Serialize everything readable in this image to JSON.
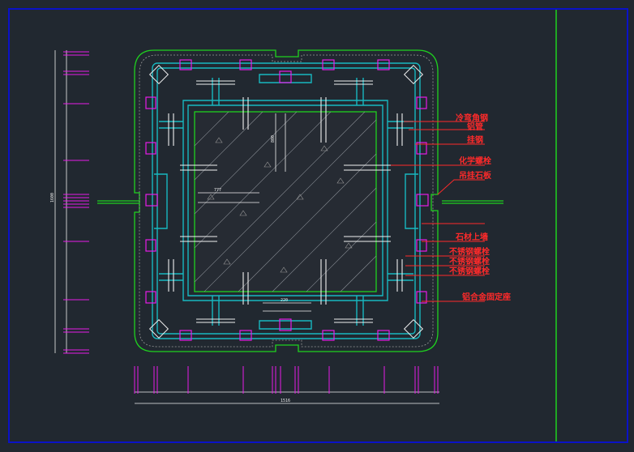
{
  "title": "",
  "colors": {
    "background": "#212830",
    "frame": "#0a12c8",
    "green": "#1fd11f",
    "cyan": "#18b8c0",
    "magenta": "#e81ce8",
    "white": "#f0f0f0",
    "red": "#ff2a2a",
    "hatch": "#3a3f47"
  },
  "labels": [
    {
      "id": "label-1",
      "text": "冷弯角钢"
    },
    {
      "id": "label-2",
      "text": "铝管"
    },
    {
      "id": "label-3",
      "text": "挂钢"
    },
    {
      "id": "label-4",
      "text": "化学螺栓"
    },
    {
      "id": "label-5",
      "text": "吊挂石板"
    },
    {
      "id": "label-6",
      "text": "石材上墙"
    },
    {
      "id": "label-7",
      "text": "不锈钢螺栓"
    },
    {
      "id": "label-8",
      "text": "不锈钢螺栓"
    },
    {
      "id": "label-9",
      "text": "不锈钢螺栓"
    },
    {
      "id": "label-10",
      "text": "铝合金固定座"
    }
  ],
  "dimensions": {
    "left_overall": "1600",
    "bottom_overall": "1516",
    "inner_width": "800",
    "inner_height": "777",
    "bottom_small": "220"
  }
}
